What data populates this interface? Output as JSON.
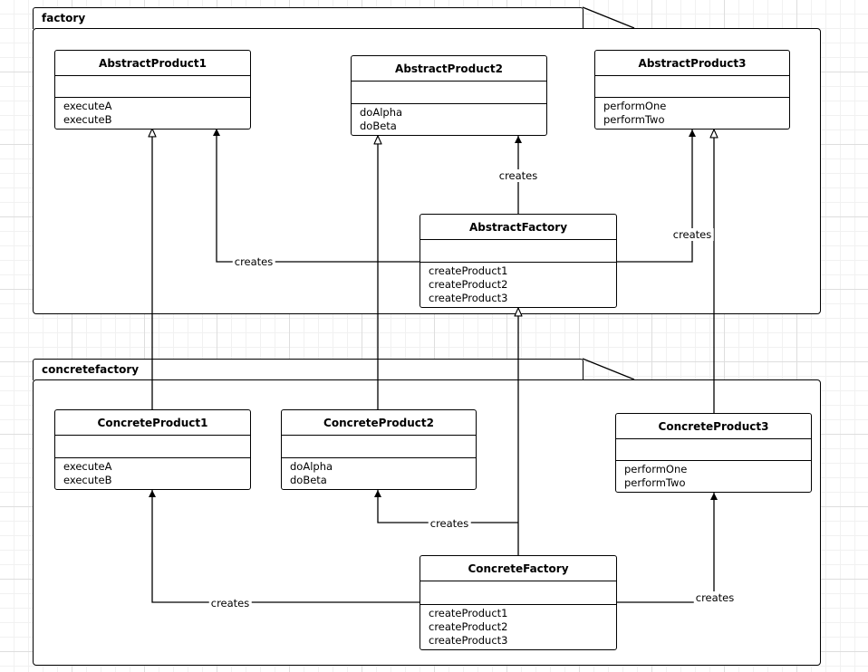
{
  "packages": {
    "factory": {
      "name": "factory"
    },
    "concretefactory": {
      "name": "concretefactory"
    }
  },
  "classes": {
    "abstract_product1": {
      "name": "AbstractProduct1",
      "methods": [
        "executeA",
        "executeB"
      ]
    },
    "abstract_product2": {
      "name": "AbstractProduct2",
      "methods": [
        "doAlpha",
        "doBeta"
      ]
    },
    "abstract_product3": {
      "name": "AbstractProduct3",
      "methods": [
        "performOne",
        "performTwo"
      ]
    },
    "abstract_factory": {
      "name": "AbstractFactory",
      "methods": [
        "createProduct1",
        "createProduct2",
        "createProduct3"
      ]
    },
    "concrete_product1": {
      "name": "ConcreteProduct1",
      "methods": [
        "executeA",
        "executeB"
      ]
    },
    "concrete_product2": {
      "name": "ConcreteProduct2",
      "methods": [
        "doAlpha",
        "doBeta"
      ]
    },
    "concrete_product3": {
      "name": "ConcreteProduct3",
      "methods": [
        "performOne",
        "performTwo"
      ]
    },
    "concrete_factory": {
      "name": "ConcreteFactory",
      "methods": [
        "createProduct1",
        "createProduct2",
        "createProduct3"
      ]
    }
  },
  "edges": {
    "af_creates_ap1": {
      "label": "creates"
    },
    "af_creates_ap2": {
      "label": "creates"
    },
    "af_creates_ap3": {
      "label": "creates"
    },
    "cf_creates_cp1": {
      "label": "creates"
    },
    "cf_creates_cp2": {
      "label": "creates"
    },
    "cf_creates_cp3": {
      "label": "creates"
    }
  }
}
